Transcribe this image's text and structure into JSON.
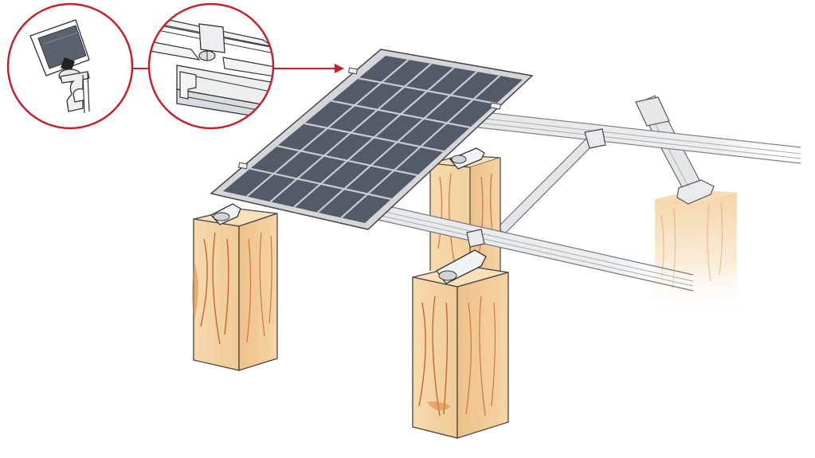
{
  "diagram": {
    "subject": "solar-panel-ground-mount-on-wooden-posts",
    "colors": {
      "callout_ring": "#c8202a",
      "arrow": "#c8202a",
      "panel_frame": "#d2d4d8",
      "panel_cell": "#5a6270",
      "panel_cell_dark": "#4a5160",
      "panel_grid": "#c9ccd2",
      "rail": "#e3e5e8",
      "rail_shadow": "#b8bcc2",
      "wood": "#f3d3a4",
      "wood_dark": "#e8b87f",
      "wood_grain": "#c9652c",
      "outline": "#333333"
    },
    "callouts": [
      {
        "icon": "end-clamp-detail-icon"
      },
      {
        "icon": "mid-clamp-detail-icon"
      }
    ],
    "panel": {
      "rows": 6,
      "columns": 6
    },
    "posts": {
      "count": 4
    },
    "rails": {
      "count": 2
    }
  }
}
